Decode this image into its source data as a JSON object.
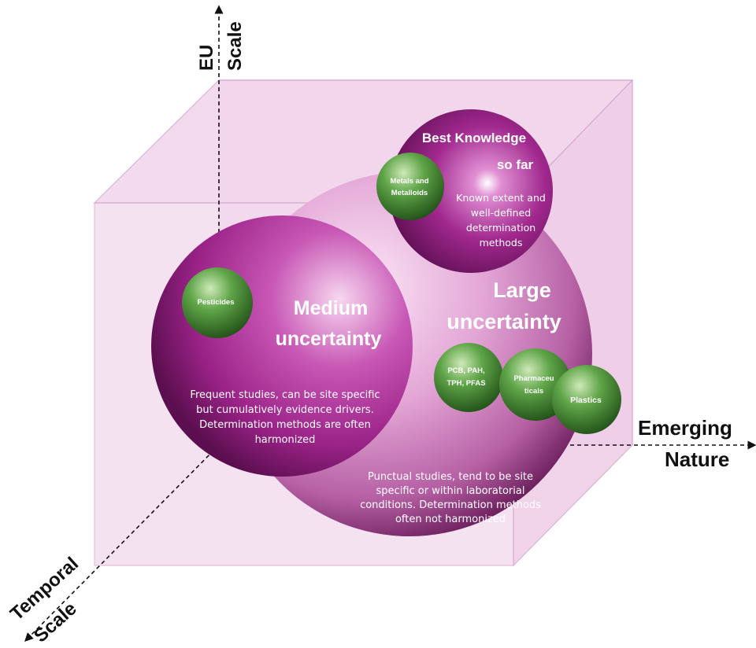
{
  "axes": {
    "vertical": [
      "EU",
      "Scale"
    ],
    "horizontal": [
      "Emerging",
      "Nature"
    ],
    "depth": [
      "Temporal",
      "Scale"
    ]
  },
  "spheres": {
    "large": {
      "title": [
        "Large",
        "uncertainty"
      ],
      "description": [
        "Punctual studies, tend to be site",
        "specific or within laboratorial",
        "conditions. Determination methods",
        "often not harmonized"
      ]
    },
    "medium": {
      "title": [
        "Medium",
        "uncertainty"
      ],
      "description": [
        "Frequent studies, can be site specific",
        "but cumulatively evidence drivers.",
        "Determination methods are often",
        "harmonized"
      ]
    },
    "best": {
      "title": [
        "Best Knowledge",
        "so far"
      ],
      "description": [
        "Known extent and",
        "well-defined",
        "determination",
        "methods"
      ]
    }
  },
  "contaminants": {
    "metals": [
      "Metals and",
      "Metalloids"
    ],
    "pesticides": [
      "Pesticides"
    ],
    "pcb": [
      "PCB, PAH,",
      "TPH, PFAS"
    ],
    "pharma": [
      "Pharmaceu",
      "ticals"
    ],
    "plastics": [
      "Plastics"
    ]
  },
  "colors": {
    "cube_fill": "#f2d4ec",
    "cube_edge": "#c98cbe",
    "sphere_purple": "#a0288f",
    "sphere_pink": "#e3a6d6",
    "sphere_green": "#3f8a2f"
  }
}
